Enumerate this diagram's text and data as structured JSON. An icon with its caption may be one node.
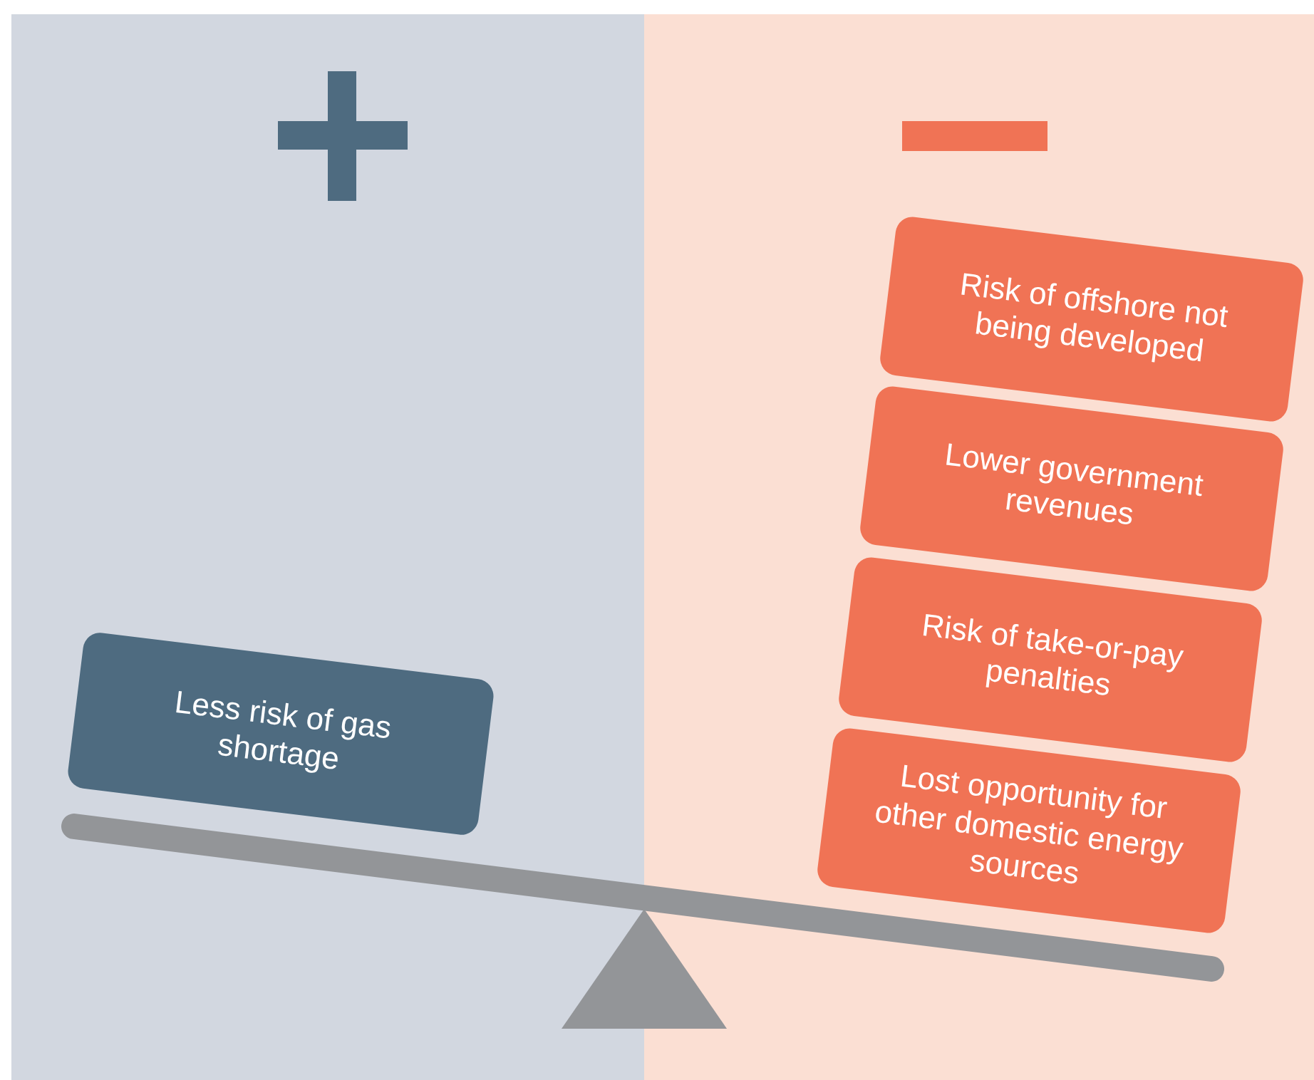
{
  "diagram": {
    "nodes": [
      {
        "text": [
          "Less risk of gas shortage"
        ]
      },
      {
        "text": [
          "Risk of offshore not being developed"
        ]
      },
      {
        "text": [
          "Lower government revenues"
        ]
      },
      {
        "text": [
          "Risk of take-or-pay penalties"
        ]
      },
      {
        "text": [
          "Lost opportunity for other domestic energy sources"
        ]
      }
    ]
  }
}
